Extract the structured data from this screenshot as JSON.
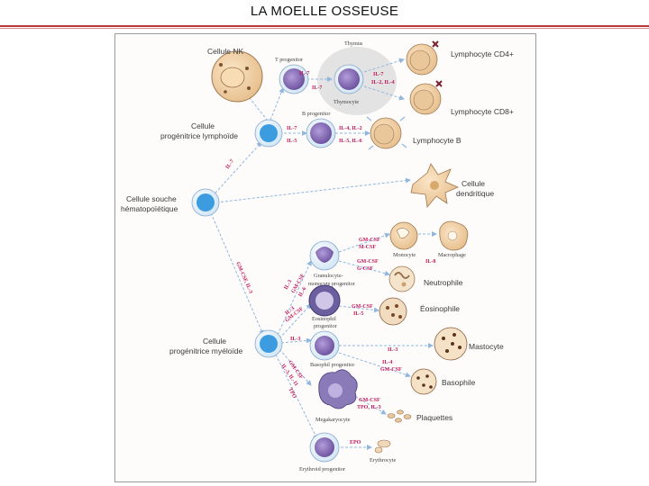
{
  "slide": {
    "title": "LA MOELLE OSSEUSE"
  },
  "labels": {
    "nk": "Cellule NK",
    "thymus": "Thymus",
    "t_progenitor": "T progenitor",
    "thymocyte": "Thymocyte",
    "cd4": "Lymphocyte CD4+",
    "cd8": "Lymphocyte CD8+",
    "lymphoid_prog_1": "Cellule",
    "lymphoid_prog_2": "progénitrice lymphoïde",
    "b_progenitor": "B progenitor",
    "lymph_b": "Lymphocyte B",
    "dendritic_1": "Cellule",
    "dendritic_2": "dendritique",
    "stem_1": "Cellule souche",
    "stem_2": "hématopoïétique",
    "monocyte": "Monocyte",
    "macrophage": "Macrophage",
    "gm_prog_1": "Granulocyte-",
    "gm_prog_2": "monocyte progenitor",
    "neutrophile": "Neutrophile",
    "eos_prog_1": "Eosinophil",
    "eos_prog_2": "progenitor",
    "eosinophile": "Éosinophile",
    "myeloid_prog_1": "Cellule",
    "myeloid_prog_2": "progénitrice myéloïde",
    "mastocyte": "Mastocyte",
    "baso_prog": "Basophil progenitor",
    "basophile": "Basophile",
    "megakaryocyte": "Megakaryocyte",
    "plaquettes": "Plaquettes",
    "erythroid_prog": "Erythroid progenitor",
    "erythrocyte": "Erythrocyte"
  },
  "cytokines": {
    "il7_t": "IL-7",
    "il7_thy": "IL-7",
    "il7_thy2": "IL-7",
    "il2_il4": "IL-2, IL-4",
    "il7_b": "IL-7",
    "il5_b": "IL-5",
    "il4_il2": "IL-4, IL-2",
    "il5_il6": "IL-5, IL-6",
    "il7_stem": "IL-7",
    "gm_csf_stem": "GM-CSF, IL-3",
    "gm_m_csf": "GM-CSF",
    "m_csf": "M-CSF",
    "gm_csf_g": "GM-CSF",
    "g_csf": "G-CSF",
    "il8": "IL-8",
    "gm_csf_eo": "GM-CSF",
    "il5_eo": "IL-5",
    "il3_gm_1": "IL-3",
    "il3_gm_2": "GM-CSF",
    "il3_gm_3": "IL-6",
    "il3_eo": "IL-3",
    "il5_eo2": "GM-CSF",
    "il3_mast": "IL-3",
    "il3_baso": "IL-3",
    "il4_baso": "IL-4",
    "gm_csf_baso": "GM-CSF",
    "il3_mk": "IL-3, IL-11",
    "tpo_mk": "GM-CSF",
    "epo_mk": "TPO",
    "gm_csf_plt": "GM-CSF",
    "tpo_il3": "TPO, IL-3",
    "epo": "EPO"
  }
}
